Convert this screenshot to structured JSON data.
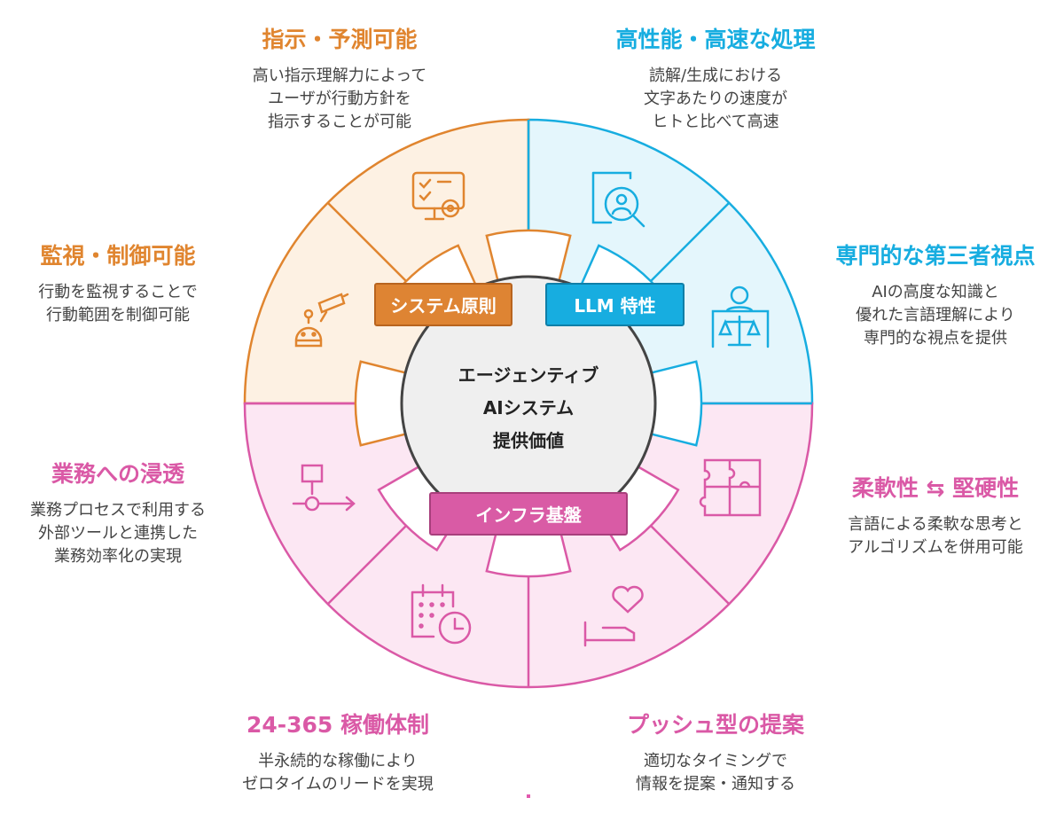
{
  "center": {
    "lines": [
      "エージェンティブ",
      "AIシステム",
      "提供価値"
    ]
  },
  "badges": {
    "system": "システム原則",
    "llm": "LLM 特性",
    "infra": "インフラ基盤"
  },
  "colors": {
    "orange": "#E0852F",
    "blue": "#17ADE0",
    "pink": "#DA59A6"
  },
  "items": [
    {
      "title": "指示・予測可能",
      "desc": [
        "高い指示理解力によって",
        "ユーザが行動方針を",
        "指示することが可能"
      ],
      "icon": "checklist-gear-icon"
    },
    {
      "title": "高性能・高速な処理",
      "desc": [
        "読解/生成における",
        "文字あたりの速度が",
        "ヒトと比べて高速"
      ],
      "icon": "document-search-icon"
    },
    {
      "title": "監視・制御可能",
      "desc": [
        "行動を監視することで",
        "行動範囲を制御可能"
      ],
      "icon": "camera-robot-icon"
    },
    {
      "title": "専門的な第三者視点",
      "desc": [
        "AIの高度な知識と",
        "優れた言語理解により",
        "専門的な視点を提供"
      ],
      "icon": "judge-scale-icon"
    },
    {
      "title": "業務への浸透",
      "desc": [
        "業務プロセスで利用する",
        "外部ツールと連携した",
        "業務効率化の実現"
      ],
      "icon": "process-flow-icon"
    },
    {
      "title": "柔軟性 ⇆ 堅硬性",
      "desc": [
        "言語による柔軟な思考と",
        "アルゴリズムを併用可能"
      ],
      "icon": "puzzle-icon"
    },
    {
      "title": "24-365 稼働体制",
      "desc": [
        "半永続的な稼働により",
        "ゼロタイムのリードを実現"
      ],
      "icon": "calendar-clock-icon"
    },
    {
      "title": "プッシュ型の提案",
      "desc": [
        "適切なタイミングで",
        "情報を提案・通知する"
      ],
      "icon": "hand-heart-icon"
    }
  ]
}
